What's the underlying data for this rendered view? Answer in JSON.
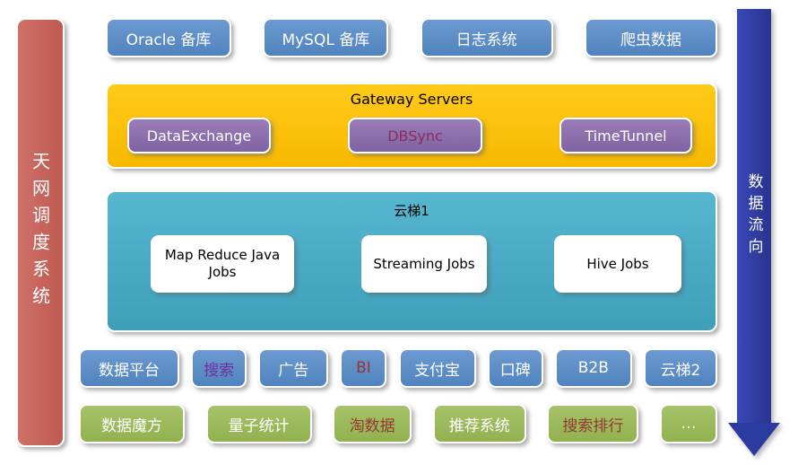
{
  "palette": {
    "blue_box": "#5b8dc6",
    "green_box": "#9bbb59",
    "gateway_yellow": "#ffc000",
    "cluster_teal": "#4bacc6",
    "purple_box": "#8c6bac",
    "scheduler_red": "#c8655c",
    "arrow_blue": "#2b3a9e",
    "highlight_dark_red": "#953735",
    "highlight_purple": "#7030a0"
  },
  "left_bar": {
    "label": "天网调度系统"
  },
  "right_arrow": {
    "label": "数据流向"
  },
  "top_row": {
    "items": [
      {
        "label": "Oracle 备库"
      },
      {
        "label": "MySQL 备库"
      },
      {
        "label": "日志系统"
      },
      {
        "label": "爬虫数据"
      }
    ]
  },
  "gateway": {
    "title": "Gateway Servers",
    "items": [
      {
        "label": "DataExchange"
      },
      {
        "label": "DBSync",
        "text_color": "#8e2a5c"
      },
      {
        "label": "TimeTunnel"
      }
    ]
  },
  "yunti": {
    "title": "云梯1",
    "jobs": [
      {
        "label": "Map Reduce Java Jobs"
      },
      {
        "label": "Streaming Jobs"
      },
      {
        "label": "Hive Jobs"
      }
    ]
  },
  "platform_row": {
    "items": [
      {
        "label": "数据平台"
      },
      {
        "label": "搜索",
        "text_color": "#7030a0"
      },
      {
        "label": "广告"
      },
      {
        "label": "BI",
        "text_color": "#953735"
      },
      {
        "label": "支付宝"
      },
      {
        "label": "口碑"
      },
      {
        "label": "B2B"
      },
      {
        "label": "云梯2"
      }
    ]
  },
  "product_row": {
    "items": [
      {
        "label": "数据魔方"
      },
      {
        "label": "量子统计"
      },
      {
        "label": "淘数据",
        "text_color": "#953735"
      },
      {
        "label": "推荐系统"
      },
      {
        "label": "搜索排行",
        "text_color": "#953735"
      },
      {
        "label": "…"
      }
    ]
  }
}
